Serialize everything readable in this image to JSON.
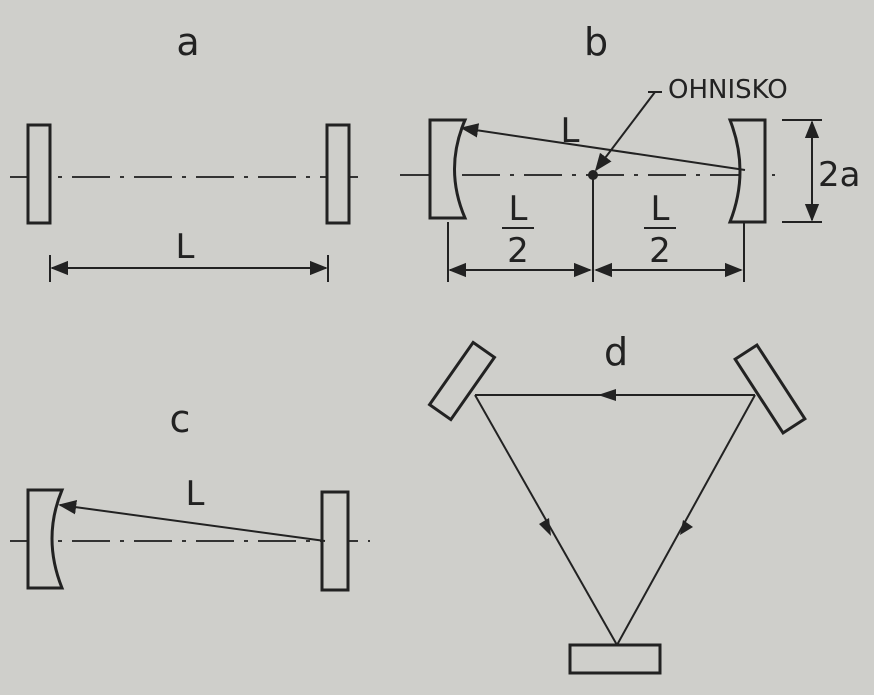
{
  "panels": {
    "a": {
      "label": "a",
      "length": "L"
    },
    "b": {
      "label": "b",
      "beam_length": "L",
      "focus": "OHNISKO",
      "half_left_num": "L",
      "half_left_den": "2",
      "half_right_num": "L",
      "half_right_den": "2",
      "aperture": "2a"
    },
    "c": {
      "label": "c",
      "beam_length": "L"
    },
    "d": {
      "label": "d"
    }
  },
  "colors": {
    "ink": "#222222",
    "paper": "#cfcfcb"
  }
}
